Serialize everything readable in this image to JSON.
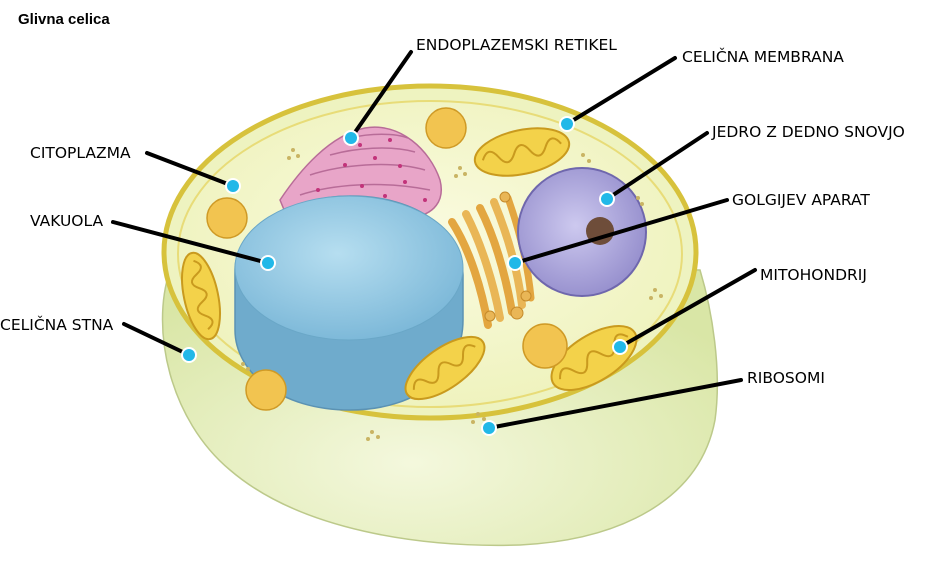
{
  "title": "Glivna celica",
  "colors": {
    "cell_wall_outer": "#e6efbf",
    "cell_wall_rim": "#e6d24a",
    "cytoplasm": "#f3f6c8",
    "vacuole": "#8ec6e2",
    "nucleus": "#a9a3d8",
    "nucleolus": "#6e4d3a",
    "endoplasmic_reticulum": "#e8a5c8",
    "golgi": "#e3a640",
    "mitochondria": "#f3d24a",
    "marker": "#21b8e8"
  },
  "labels": [
    {
      "id": "er",
      "text": "ENDOPLAZEMSKI RETIKEL"
    },
    {
      "id": "membrane",
      "text": "CELIČNA MEMBRANA"
    },
    {
      "id": "nucleus",
      "text": "JEDRO Z DEDNO SNOVJO"
    },
    {
      "id": "cytoplasm",
      "text": "CITOPLAZMA"
    },
    {
      "id": "golgi",
      "text": "GOLGIJEV APARAT"
    },
    {
      "id": "vacuole",
      "text": "VAKUOLA"
    },
    {
      "id": "mitochondrion",
      "text": "MITOHONDRIJ"
    },
    {
      "id": "cellwall",
      "text": "CELIČNA STNA"
    },
    {
      "id": "ribosomes",
      "text": "RIBOSOMI"
    }
  ]
}
